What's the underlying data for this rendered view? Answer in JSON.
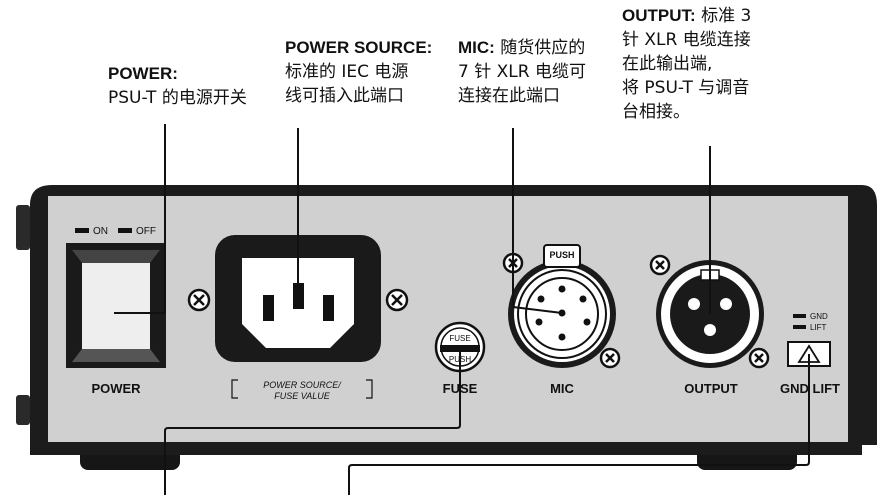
{
  "callouts": {
    "power": {
      "title": "POWER:",
      "lines": [
        "PSU-T 的电源开关"
      ]
    },
    "power_source": {
      "title": "POWER SOURCE:",
      "lines": [
        "标准的 IEC 电源",
        "线可插入此端口"
      ]
    },
    "mic": {
      "title": "MIC:",
      "first": "随货供应的",
      "lines": [
        "7 针 XLR 电缆可",
        "连接在此端口"
      ]
    },
    "output": {
      "title": "OUTPUT:",
      "first": "标准 3",
      "lines": [
        "针 XLR 电缆连接",
        "在此输出端,",
        "将 PSU-T 与调音",
        "台相接。"
      ]
    }
  },
  "panel": {
    "switch_on": "ON",
    "switch_off": "OFF",
    "power_label": "POWER",
    "power_source_label_1": "POWER SOURCE/",
    "power_source_label_2": "FUSE VALUE",
    "fuse_cap_top": "FUSE",
    "fuse_cap_bottom": "PUSH",
    "fuse_label": "FUSE",
    "mic_push": "PUSH",
    "mic_label": "MIC",
    "output_label": "OUTPUT",
    "gnd_text": "GND",
    "lift_text": "LIFT",
    "gnd_lift_label": "GND LIFT"
  }
}
